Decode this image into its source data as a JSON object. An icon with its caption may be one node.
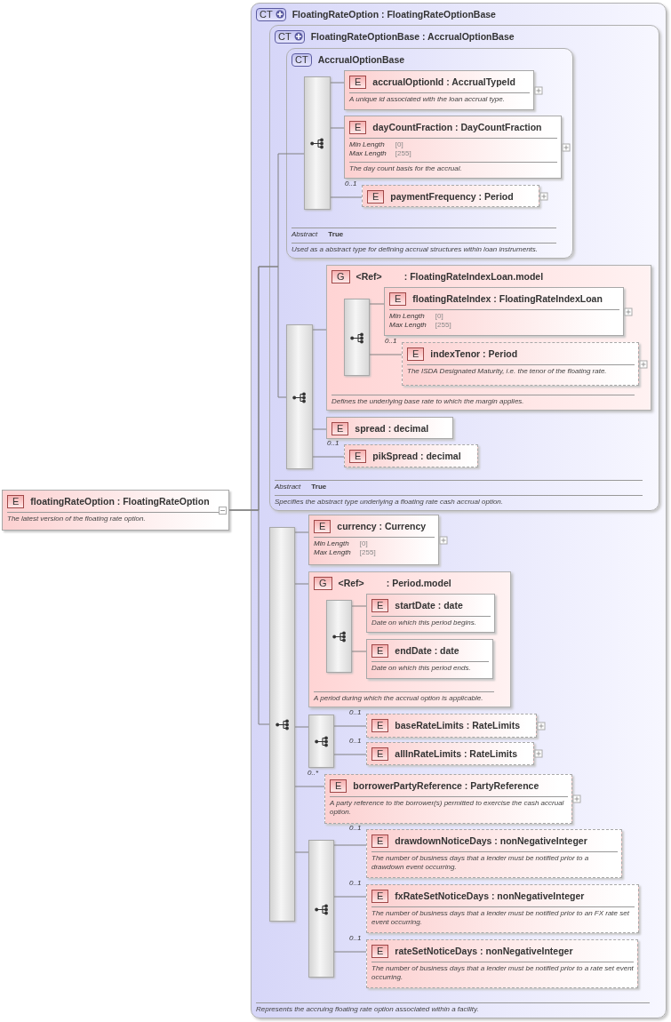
{
  "diagram": {
    "nodes": [
      {
        "text": [
          "E",
          "floatingRateOption : FloatingRateOption",
          "The latest version of the floating rate option."
        ]
      },
      {
        "text": [
          "CT",
          "FloatingRateOption : FloatingRateOptionBase",
          "Represents the accruing floating rate option associated within a facility."
        ]
      },
      {
        "text": [
          "CT",
          "FloatingRateOptionBase : AccrualOptionBase",
          "Abstract",
          "True",
          "Specifies the abstract type underlying a floating rate cash accrual option."
        ],
        "in": 1
      },
      {
        "text": [
          "CT",
          "AccrualOptionBase",
          "Abstract",
          "True",
          "Used as a abstract type for defining accrual structures within loan instruments."
        ],
        "in": 2
      },
      {
        "text": [],
        "shape": "box",
        "in": 3
      },
      {
        "text": [
          "E",
          "accrualOptionId : AccrualTypeId",
          "A unique id associated with the loan accrual type."
        ],
        "in": 3
      },
      {
        "text": [
          "E",
          "dayCountFraction : DayCountFraction",
          "Min Length",
          "[0]",
          "Max Length",
          "[255]",
          "The day count basis for the accrual."
        ],
        "in": 3
      },
      {
        "text": [
          "E",
          "paymentFrequency : Period"
        ],
        "beside": [
          "0..1"
        ],
        "in": 3
      },
      {
        "text": [],
        "shape": "box",
        "in": 2
      },
      {
        "text": [
          "G",
          "<Ref>",
          ": FloatingRateIndexLoan.model",
          "Defines the underlying base rate to which the margin applies."
        ],
        "in": 2
      },
      {
        "text": [],
        "shape": "box",
        "in": 9
      },
      {
        "text": [
          "E",
          "floatingRateIndex : FloatingRateIndexLoan",
          "Min Length",
          "[0]",
          "Max Length",
          "[255]"
        ],
        "in": 9
      },
      {
        "text": [
          "E",
          "indexTenor : Period",
          "The ISDA Designated Maturity, i.e. the tenor of the floating rate."
        ],
        "beside": [
          "0..1"
        ],
        "in": 9
      },
      {
        "text": [
          "E",
          "spread : decimal"
        ],
        "in": 2
      },
      {
        "text": [
          "E",
          "pikSpread : decimal"
        ],
        "beside": [
          "0..1"
        ],
        "in": 2
      },
      {
        "text": [],
        "shape": "box",
        "in": 1
      },
      {
        "text": [
          "E",
          "currency : Currency",
          "Min Length",
          "[0]",
          "Max Length",
          "[255]"
        ],
        "in": 1
      },
      {
        "text": [
          "G",
          "<Ref>",
          ": Period.model",
          "A period during which the accrual option is applicable."
        ],
        "in": 1
      },
      {
        "text": [],
        "shape": "box",
        "in": 17
      },
      {
        "text": [
          "E",
          "startDate : date",
          "Date on which this period begins."
        ],
        "in": 17
      },
      {
        "text": [
          "E",
          "endDate : date",
          "Date on which this period ends."
        ],
        "in": 17
      },
      {
        "text": [],
        "shape": "box",
        "in": 1
      },
      {
        "text": [
          "E",
          "baseRateLimits : RateLimits"
        ],
        "beside": [
          "0..1"
        ],
        "in": 1
      },
      {
        "text": [
          "E",
          "allInRateLimits : RateLimits"
        ],
        "beside": [
          "0..1"
        ],
        "in": 1
      },
      {
        "text": [
          "E",
          "borrowerPartyReference : PartyReference",
          "A party reference to the borrower(s) permitted to exercise the cash accrual option."
        ],
        "beside": [
          "0..*"
        ],
        "in": 1
      },
      {
        "text": [],
        "shape": "box",
        "in": 1
      },
      {
        "text": [
          "E",
          "drawdownNoticeDays : nonNegativeInteger",
          "The number of business days that a lender must be notified prior to a drawdown event occurring."
        ],
        "beside": [
          "0..1"
        ],
        "in": 1
      },
      {
        "text": [
          "E",
          "fxRateSetNoticeDays : nonNegativeInteger",
          "The number of business days that a lender must be notified prior to an FX rate set event occurring."
        ],
        "beside": [
          "0..1"
        ],
        "in": 1
      },
      {
        "text": [
          "E",
          "rateSetNoticeDays : nonNegativeInteger",
          "The number of business days that a lender must be notified prior to a rate set event occurring."
        ],
        "beside": [
          "0..1"
        ],
        "in": 1
      }
    ],
    "edges": [
      {
        "from": 0,
        "to": 4,
        "arrow": "none"
      },
      {
        "from": 0,
        "to": 8,
        "arrow": "none"
      },
      {
        "from": 0,
        "to": 15,
        "arrow": "none"
      },
      {
        "from": 4,
        "to": 5,
        "arrow": "none"
      },
      {
        "from": 4,
        "to": 6,
        "arrow": "none"
      },
      {
        "from": 4,
        "to": 7,
        "arrow": "none"
      },
      {
        "from": 8,
        "to": 9,
        "arrow": "none"
      },
      {
        "from": 8,
        "to": 13,
        "arrow": "none"
      },
      {
        "from": 8,
        "to": 14,
        "arrow": "none"
      },
      {
        "from": 10,
        "to": 11,
        "arrow": "none"
      },
      {
        "from": 10,
        "to": 12,
        "arrow": "none"
      },
      {
        "from": 15,
        "to": 16,
        "arrow": "none"
      },
      {
        "from": 15,
        "to": 17,
        "arrow": "none"
      },
      {
        "from": 15,
        "to": 21,
        "arrow": "none"
      },
      {
        "from": 15,
        "to": 24,
        "arrow": "none"
      },
      {
        "from": 15,
        "to": 25,
        "arrow": "none"
      },
      {
        "from": 18,
        "to": 19,
        "arrow": "none"
      },
      {
        "from": 18,
        "to": 20,
        "arrow": "none"
      },
      {
        "from": 21,
        "to": 22,
        "arrow": "none"
      },
      {
        "from": 21,
        "to": 23,
        "arrow": "none"
      },
      {
        "from": 25,
        "to": 26,
        "arrow": "none"
      },
      {
        "from": 25,
        "to": 27,
        "arrow": "none"
      },
      {
        "from": 25,
        "to": 28,
        "arrow": "none"
      }
    ]
  }
}
